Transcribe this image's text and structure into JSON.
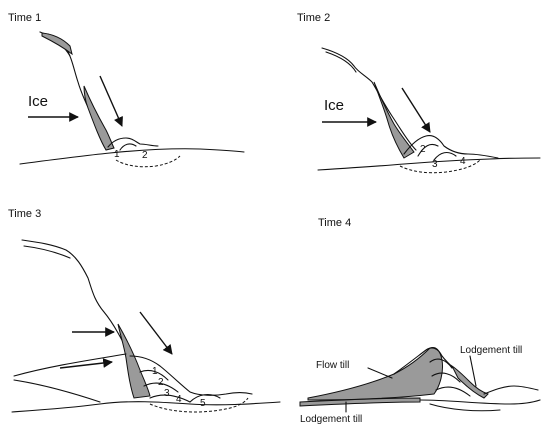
{
  "panels": [
    {
      "title": "Time 1",
      "ice_label": "Ice",
      "unit_numbers": [
        "1",
        "2"
      ]
    },
    {
      "title": "Time 2",
      "ice_label": "Ice",
      "unit_numbers": [
        "2",
        "3",
        "4"
      ]
    },
    {
      "title": "Time 3",
      "unit_numbers": [
        "1",
        "2",
        "3",
        "4",
        "5"
      ]
    },
    {
      "title": "Time 4",
      "annotations": {
        "flow_till": "Flow till",
        "lodgement_till_top": "Lodgement till",
        "lodgement_till_bottom": "Lodgement till"
      }
    }
  ],
  "colors": {
    "till_fill": "#9a9a9a",
    "line": "#111111",
    "background": "#ffffff"
  }
}
